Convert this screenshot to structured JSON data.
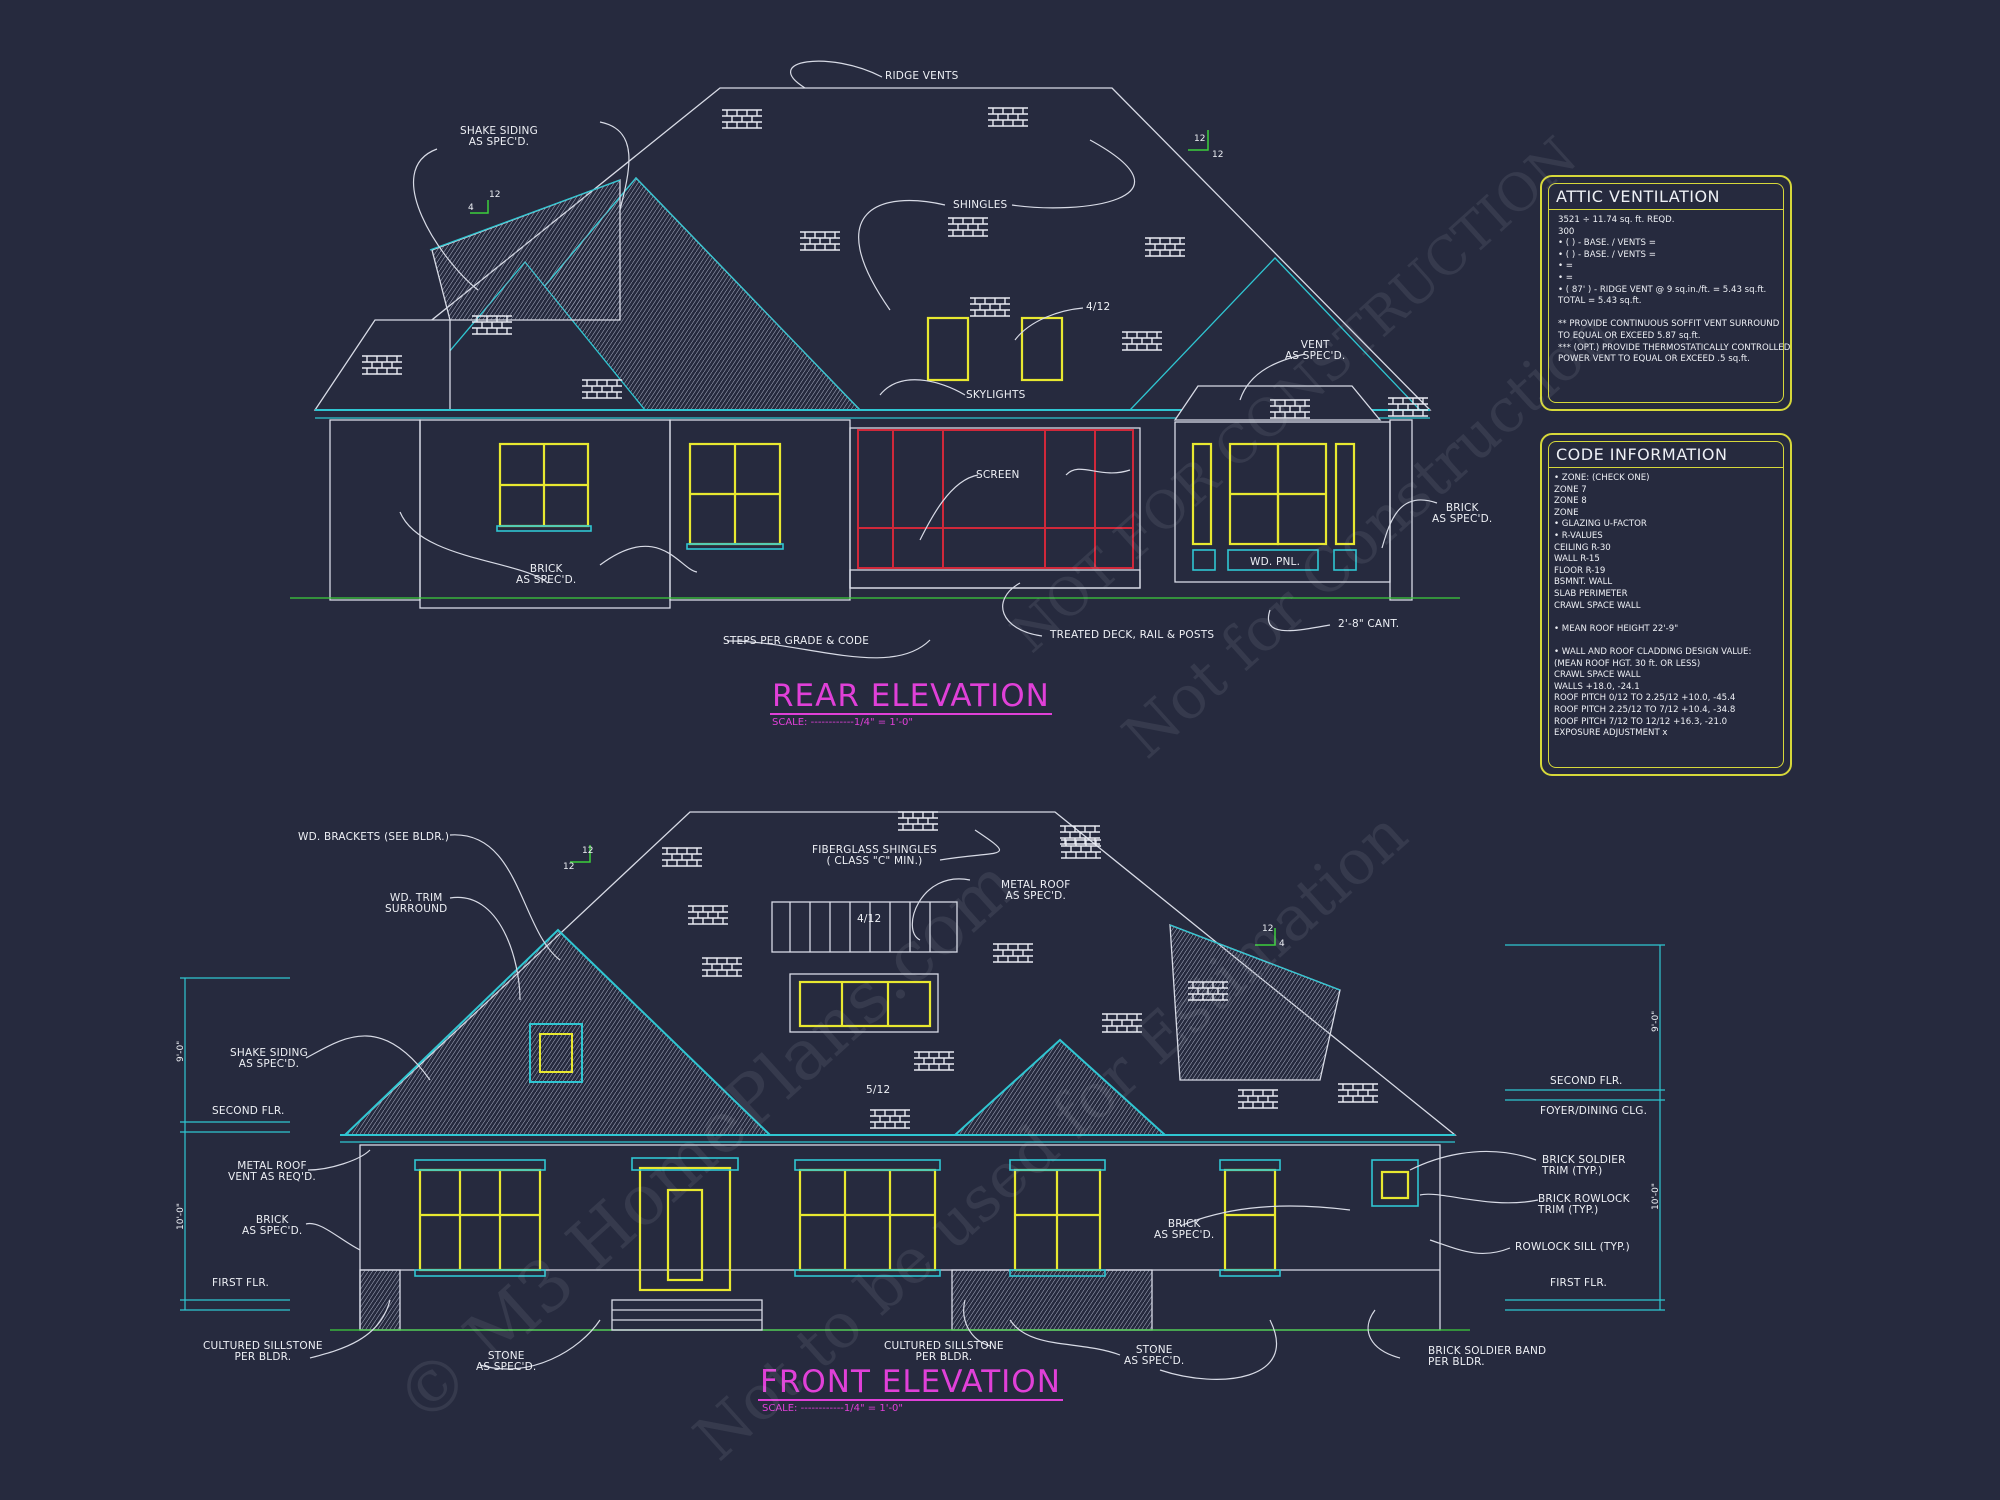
{
  "rear": {
    "title": "REAR ELEVATION",
    "scale": "SCALE: ------------1/4\" = 1'-0\"",
    "labels": {
      "ridge_vents": "RIDGE VENTS",
      "shake_siding_1": "SHAKE SIDING",
      "shake_siding_2": "AS SPEC'D.",
      "shingles": "SHINGLES",
      "pitch_412": "4/12",
      "vent_1": "VENT",
      "vent_2": "AS SPEC'D.",
      "skylights": "SKYLIGHTS",
      "screen": "SCREEN",
      "brick_left_1": "BRICK",
      "brick_left_2": "AS SPEC'D.",
      "brick_right_1": "BRICK",
      "brick_right_2": "AS SPEC'D.",
      "wd_pnl": "WD. PNL.",
      "steps": "STEPS PER GRADE & CODE",
      "deck": "TREATED DECK, RAIL & POSTS",
      "cant": "2'-8\" CANT.",
      "slope_a_12": "12",
      "slope_a_4": "4",
      "slope_b_12a": "12",
      "slope_b_12b": "12"
    }
  },
  "front": {
    "title": "FRONT ELEVATION",
    "scale": "SCALE: ------------1/4\" = 1'-0\"",
    "labels": {
      "wd_brackets": "WD. BRACKETS (SEE BLDR.)",
      "fiberglass_1": "FIBERGLASS SHINGLES",
      "fiberglass_2": "( CLASS \"C\" MIN.)",
      "wd_trim_1": "WD. TRIM",
      "wd_trim_2": "SURROUND",
      "metal_roof_1": "METAL ROOF",
      "metal_roof_2": "AS SPEC'D.",
      "pitch_412": "4/12",
      "pitch_512": "5/12",
      "shake_1": "SHAKE SIDING",
      "shake_2": "AS SPEC'D.",
      "second_flr_left": "SECOND FLR.",
      "metal_vent_1": "METAL ROOF",
      "metal_vent_2": "VENT AS REQ'D.",
      "brick_left_1": "BRICK",
      "brick_left_2": "AS SPEC'D.",
      "first_flr_left": "FIRST FLR.",
      "cultured_left_1": "CULTURED SILLSTONE",
      "cultured_left_2": "PER BLDR.",
      "stone_left_1": "STONE",
      "stone_left_2": "AS SPEC'D.",
      "cultured_mid_1": "CULTURED SILLSTONE",
      "cultured_mid_2": "PER BLDR.",
      "stone_mid_1": "STONE",
      "stone_mid_2": "AS SPEC'D.",
      "brick_mid_1": "BRICK",
      "brick_mid_2": "AS SPEC'D.",
      "second_flr_right": "SECOND FLR.",
      "foyer": "FOYER/DINING CLG.",
      "soldier_trim_1": "BRICK SOLDIER",
      "soldier_trim_2": "TRIM (TYP.)",
      "rowlock_trim_1": "BRICK ROWLOCK",
      "rowlock_trim_2": "TRIM (TYP.)",
      "rowlock_sill": "ROWLOCK SILL (TYP.)",
      "first_flr_right": "FIRST FLR.",
      "soldier_band_1": "BRICK SOLDIER BAND",
      "soldier_band_2": "PER BLDR.",
      "dim_left_top": "9'-0\"",
      "dim_left_bot": "10'-0\"",
      "dim_right_top": "9'-0\"",
      "dim_right_bot": "10'-0\"",
      "slope_c_12a": "12",
      "slope_c_12b": "12",
      "slope_d_12": "12",
      "slope_d_4": "4"
    }
  },
  "attic": {
    "title": "ATTIC VENTILATION",
    "lines": [
      "3521  ÷  11.74 sq. ft.  REQD.",
      "300",
      "• (    ) -          BASE.    /    VENTS   =",
      "• (    ) -          BASE.    /    VENTS   =",
      "•                                                    =",
      "•                                                    =",
      "• ( 87' ) - RIDGE VENT @ 9 sq.in./ft.  =  5.43 sq.ft.",
      "                                          TOTAL        =  5.43 sq.ft.",
      "",
      "** PROVIDE CONTINUOUS SOFFIT VENT SURROUND",
      "    TO EQUAL OR EXCEED  5.87 sq.ft.",
      "*** (OPT.) PROVIDE THERMOSTATICALLY CONTROLLED",
      "    POWER VENT TO EQUAL OR EXCEED  .5 sq.ft."
    ]
  },
  "code": {
    "title": "CODE INFORMATION",
    "lines": [
      "• ZONE: (CHECK ONE)",
      "       ZONE 7",
      "       ZONE 8",
      "       ZONE",
      "• GLAZING U-FACTOR",
      "• R-VALUES",
      "       CEILING                R-30",
      "       WALL                     R-15",
      "       FLOOR                   R-19",
      "       BSMNT. WALL",
      "       SLAB PERIMETER",
      "       CRAWL SPACE WALL",
      "",
      "• MEAN ROOF HEIGHT   22'-9\"",
      "",
      "• WALL AND ROOF CLADDING DESIGN VALUE:",
      "   (MEAN ROOF HGT. 30 ft. OR LESS)",
      "       CRAWL SPACE WALL",
      "       WALLS                        +18.0, -24.1",
      "       ROOF PITCH 0/12 TO 2.25/12   +10.0, -45.4",
      "       ROOF PITCH 2.25/12 TO 7/12   +10.4, -34.8",
      "       ROOF PITCH 7/12 TO 12/12     +16.3, -21.0",
      "       EXPOSURE ADJUSTMENT          x"
    ]
  },
  "watermark": [
    "© M3 HomePlans.com",
    "Not for Construction",
    "Not to be used for Estimation",
    "NOT FOR CONSTRUCTION"
  ],
  "colors": {
    "background": "#262a3e",
    "linework": "#d8dbe6",
    "cyan": "#2fc6d2",
    "yellow": "#e8e830",
    "red": "#d0283a",
    "magenta": "#e040d8",
    "green": "#3ccf3c",
    "panel_border": "#d6d83a"
  }
}
